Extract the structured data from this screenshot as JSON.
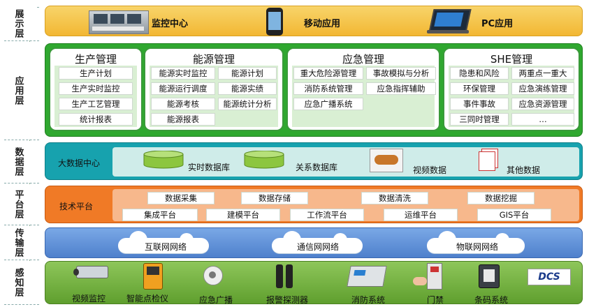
{
  "layers": [
    "展示层",
    "应用层",
    "数据层",
    "平台层",
    "传输层",
    "感知层"
  ],
  "display": {
    "items": [
      "监控中心",
      "移动应用",
      "PC应用"
    ]
  },
  "application": {
    "panels": [
      {
        "title": "生产管理",
        "items": [
          "生产计划",
          "生产实时监控",
          "生产工艺管理",
          "统计报表"
        ]
      },
      {
        "title": "能源管理",
        "items": [
          "能源实时监控",
          "能源计划",
          "能源运行调度",
          "能源实绩",
          "能源考核",
          "能源统计分析",
          "能源报表"
        ]
      },
      {
        "title": "应急管理",
        "items": [
          "重大危险源管理",
          "事故模拟与分析",
          "消防系统管理",
          "应急指挥辅助",
          "应急广播系统"
        ]
      },
      {
        "title": "SHE管理",
        "items": [
          "隐患和风险",
          "两重点一重大",
          "环保管理",
          "应急演练管理",
          "事件事故",
          "应急资源管理",
          "三同时管理",
          "…"
        ]
      }
    ]
  },
  "data": {
    "center": "大数据中心",
    "items": [
      "实时数据库",
      "关系数据库",
      "视频数据",
      "其他数据"
    ]
  },
  "platform": {
    "name": "技术平台",
    "row1": [
      "数据采集",
      "数据存储",
      "数据清洗",
      "数据挖掘"
    ],
    "row2": [
      "集成平台",
      "建模平台",
      "工作流平台",
      "运维平台",
      "GIS平台"
    ]
  },
  "transport": {
    "items": [
      "互联网网络",
      "通信网网络",
      "物联网网络"
    ]
  },
  "perception": {
    "items": [
      "视频监控",
      "智能点检仪",
      "应急广播",
      "报警探测器",
      "消防系统",
      "门禁",
      "条码系统"
    ],
    "logo": "DCS"
  },
  "colors": {
    "display_band": "#f5c242",
    "app_band": "#2fa82f",
    "data_band": "#17a2ae",
    "platform_band": "#f07a26",
    "transport_band": "#5b8fd6",
    "perception_band": "#6aad3a"
  }
}
